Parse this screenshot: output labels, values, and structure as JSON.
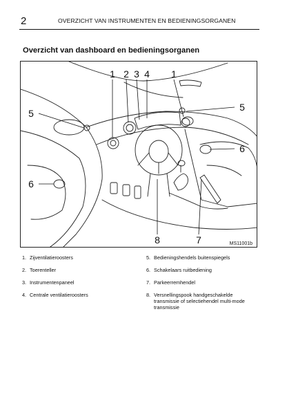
{
  "header": {
    "page_number": "2",
    "title": "OVERZICHT VAN INSTRUMENTEN EN BEDIENINGSORGANEN"
  },
  "section": {
    "title": "Overzicht van dashboard en bedieningsorganen"
  },
  "figure": {
    "callouts": [
      "1",
      "2",
      "3",
      "4",
      "1",
      "5",
      "5",
      "6",
      "6",
      "8",
      "7"
    ],
    "figure_id": "MS11001b"
  },
  "legend": {
    "left": [
      {
        "num": "1.",
        "text": "Zijventilatieroosters"
      },
      {
        "num": "2.",
        "text": "Toerenteller"
      },
      {
        "num": "3.",
        "text": "Instrumentenpaneel"
      },
      {
        "num": "4.",
        "text": "Centrale ventilatieroosters"
      }
    ],
    "right": [
      {
        "num": "5.",
        "text": "Bedieningshendels buitenspiegels"
      },
      {
        "num": "6.",
        "text": "Schakelaars ruitbediening"
      },
      {
        "num": "7.",
        "text": "Parkeerremhendel"
      },
      {
        "num": "8.",
        "text": "Versnellingspook handgeschakelde transmissie of selectiehendel multi-mode transmissie"
      }
    ]
  }
}
